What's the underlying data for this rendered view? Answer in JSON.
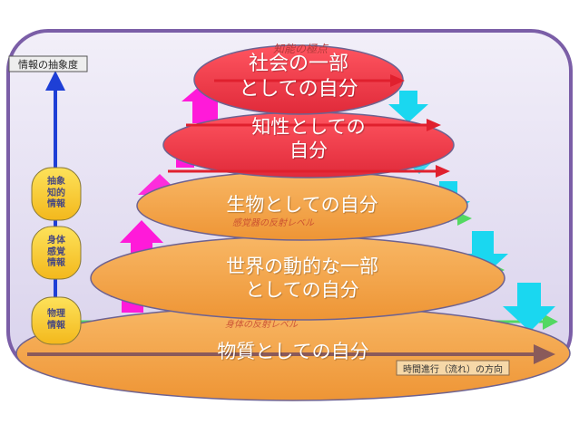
{
  "axis_label_vertical": "情報の抽象度",
  "axis_label_horizontal": "時間進行（流れ）の方向",
  "top_label": "知能の極点",
  "levels": [
    {
      "id": "matter",
      "text": "物質としての自分"
    },
    {
      "id": "world",
      "text": "世界の動的な一部\nとしての自分"
    },
    {
      "id": "bio",
      "text": "生物としての自分"
    },
    {
      "id": "intel",
      "text": "知性としての\n自分"
    },
    {
      "id": "social",
      "text": "社会の一部\nとしての自分"
    }
  ],
  "side_labels": [
    {
      "id": "abstract",
      "text": "抽象\n知的\n情報"
    },
    {
      "id": "body",
      "text": "身体\n感覚\n情報"
    },
    {
      "id": "physical",
      "text": "物理\n情報"
    }
  ],
  "faint_labels": [
    {
      "id": "f1",
      "text": "身体の反射レベル"
    },
    {
      "id": "f2",
      "text": "感覚器の反射レベル"
    }
  ],
  "colors": {
    "frame": "#7b5ea7",
    "panel": "#eae6f5",
    "orange": "#f5a54a",
    "red": "#ee3b4a",
    "blue": "#1e3fd6",
    "magenta": "#ff1ad9",
    "cyan": "#1ad7f0",
    "green": "#3bd94a",
    "arrow_brown": "#8a5a5a"
  }
}
